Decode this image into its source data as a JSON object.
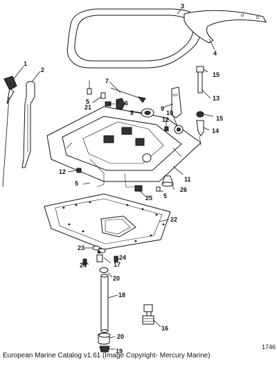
{
  "caption": "European Marine Catalog v1.61 (Image Copyright- Mercury Marine)",
  "drawing_number": "1746",
  "callouts": [
    "1",
    "2",
    "3",
    "4",
    "5",
    "5",
    "5",
    "6",
    "7",
    "8",
    "9",
    "10",
    "11",
    "12",
    "12",
    "13",
    "14",
    "15",
    "15",
    "16",
    "17",
    "18",
    "19",
    "20",
    "20",
    "21",
    "22",
    "23",
    "24",
    "24",
    "25",
    "26"
  ]
}
